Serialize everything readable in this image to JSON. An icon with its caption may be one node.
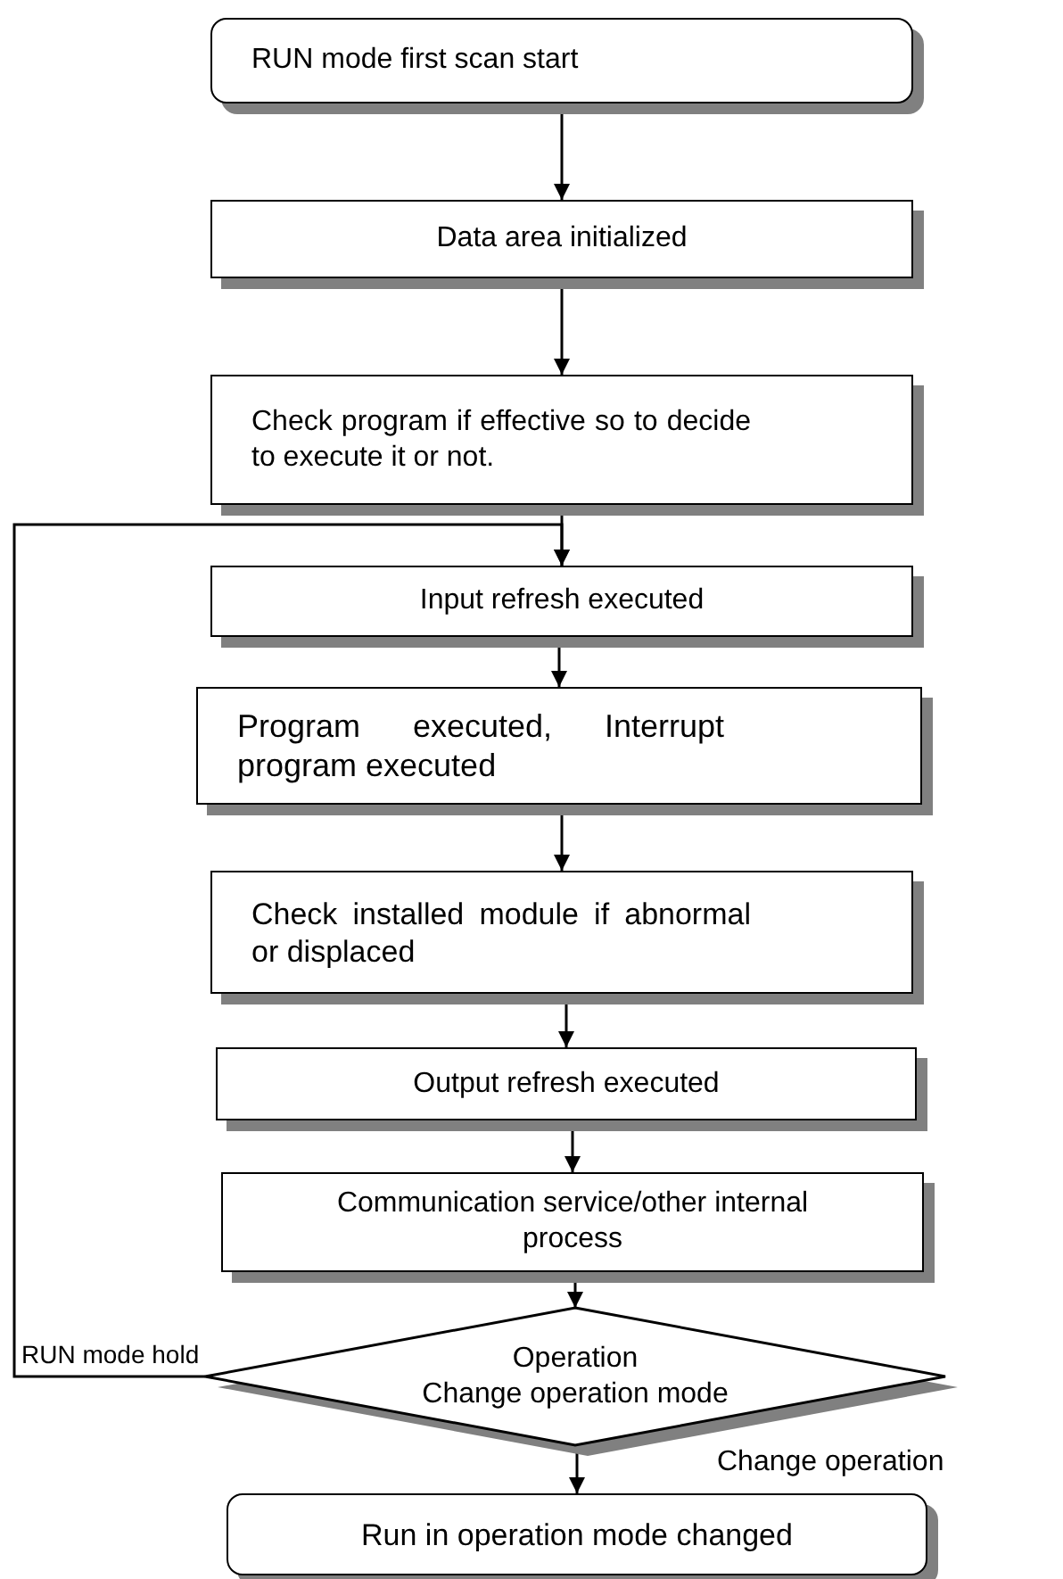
{
  "diagram": {
    "nodes": [
      {
        "text": [
          "RUN mode first scan start"
        ]
      },
      {
        "text": [
          "Data area initialized"
        ]
      },
      {
        "text": [
          "Check program if effective so to decide to execute it or not."
        ]
      },
      {
        "text": [
          "Input refresh executed"
        ]
      },
      {
        "text": [
          "Program executed, Interrupt program executed"
        ]
      },
      {
        "text": [
          "Check installed module if abnormal or displaced"
        ]
      },
      {
        "text": [
          "Output refresh executed"
        ]
      },
      {
        "text": [
          "Communication service/other internal process"
        ]
      },
      {
        "text": [
          "Operation",
          "Change operation mode"
        ]
      },
      {
        "text": [
          "Run in operation mode changed"
        ]
      }
    ],
    "edges": [
      {
        "from": 0,
        "to": 1,
        "arrow": "to"
      },
      {
        "from": 1,
        "to": 2,
        "arrow": "to"
      },
      {
        "from": 2,
        "to": 3,
        "arrow": "to"
      },
      {
        "from": 3,
        "to": 4,
        "arrow": "to"
      },
      {
        "from": 4,
        "to": 5,
        "arrow": "to"
      },
      {
        "from": 5,
        "to": 6,
        "arrow": "to"
      },
      {
        "from": 6,
        "to": 7,
        "arrow": "to"
      },
      {
        "from": 7,
        "to": 8,
        "arrow": "to"
      },
      {
        "from": 8,
        "to": 9,
        "label": "Change operation",
        "arrow": "to"
      },
      {
        "from": 8,
        "to": 3,
        "label": "RUN mode hold",
        "arrow": "to"
      }
    ]
  }
}
